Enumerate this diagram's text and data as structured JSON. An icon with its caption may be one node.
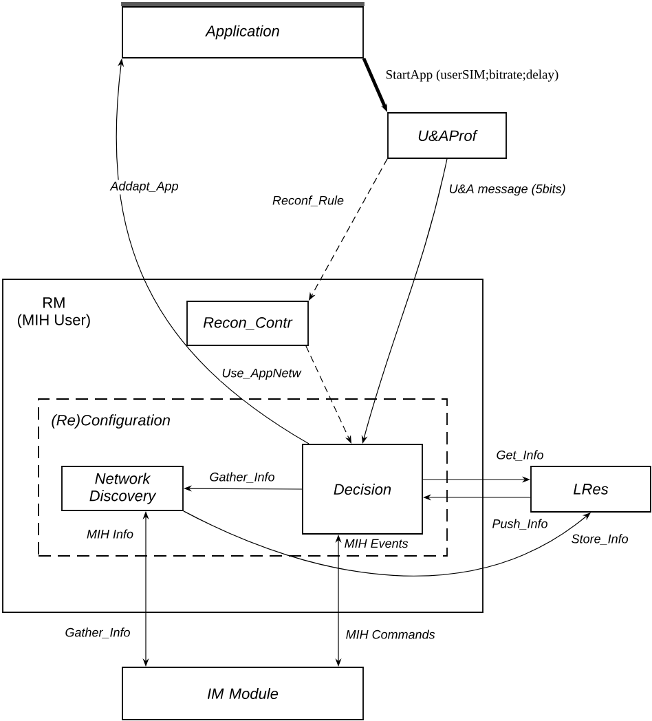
{
  "diagram": {
    "nodes": [
      {
        "text": [
          "Application"
        ]
      },
      {
        "text": [
          "U&AProf"
        ]
      },
      {
        "text": [
          "RM (MIH User)"
        ]
      },
      {
        "text": [
          "Recon_Contr"
        ],
        "in": 2
      },
      {
        "text": [
          "(Re)Configuration"
        ],
        "in": 2
      },
      {
        "text": [
          "Network Discovery"
        ],
        "in": 4
      },
      {
        "text": [
          "Decision"
        ],
        "in": 4
      },
      {
        "text": [
          "LRes"
        ]
      },
      {
        "text": [
          "IM Module"
        ]
      }
    ],
    "edges": [
      {
        "from": 0,
        "to": 1,
        "arrow": "to",
        "label": "StartApp (userSIM;bitrate;delay)",
        "style": "thick"
      },
      {
        "from": 6,
        "to": 0,
        "arrow": "to",
        "label": "Addapt_App"
      },
      {
        "from": 1,
        "to": 3,
        "arrow": "to",
        "label": "Reconf_Rule",
        "style": "dashed"
      },
      {
        "from": 1,
        "to": 6,
        "arrow": "to",
        "label": "U&A message (5bits)"
      },
      {
        "from": 3,
        "to": 6,
        "arrow": "to",
        "label": "Use_AppNetw",
        "style": "dashed"
      },
      {
        "from": 6,
        "to": 5,
        "arrow": "to",
        "label": "Gather_Info"
      },
      {
        "from": 6,
        "to": 7,
        "arrow": "to",
        "label": "Get_Info"
      },
      {
        "from": 7,
        "to": 6,
        "arrow": "to",
        "label": "Push_Info"
      },
      {
        "from": 5,
        "to": 7,
        "arrow": "to",
        "label": "Store_Info"
      },
      {
        "from": 8,
        "to": 5,
        "arrow": "both",
        "label": "Gather_Info"
      },
      {
        "from": 6,
        "to": 8,
        "arrow": "both",
        "label": "MIH Commands"
      }
    ],
    "labels": [
      "MIH Info",
      "MIH Events"
    ]
  }
}
